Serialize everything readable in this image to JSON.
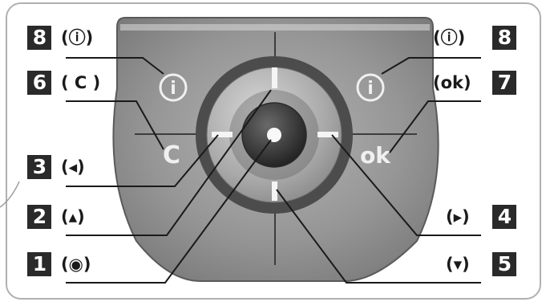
{
  "callouts": {
    "left": [
      {
        "number": "8",
        "symbol": "(ⓘ)",
        "key": "info"
      },
      {
        "number": "6",
        "symbol": "( C )",
        "key": "clear"
      },
      {
        "number": "3",
        "symbol": "(◂)",
        "key": "left"
      },
      {
        "number": "2",
        "symbol": "(▴)",
        "key": "up"
      },
      {
        "number": "1",
        "symbol": "(◉)",
        "key": "center-press"
      }
    ],
    "right": [
      {
        "number": "8",
        "symbol": "(ⓘ)",
        "key": "info"
      },
      {
        "number": "7",
        "symbol": "(ok)",
        "key": "ok"
      },
      {
        "number": "4",
        "symbol": "(▸)",
        "key": "right"
      },
      {
        "number": "5",
        "symbol": "(▾)",
        "key": "down"
      }
    ]
  },
  "device": {
    "left_info_glyph": "i",
    "right_info_glyph": "i",
    "clear_label": "C",
    "ok_label": "ok"
  },
  "colors": {
    "frame": "#b0b0b0",
    "badge": "#2a2a2a",
    "leader": "#1a1a1a",
    "pad_outer": "#8f8f8f",
    "pad_inner": "#4a4a4a",
    "ring": "#b5b5b5"
  }
}
